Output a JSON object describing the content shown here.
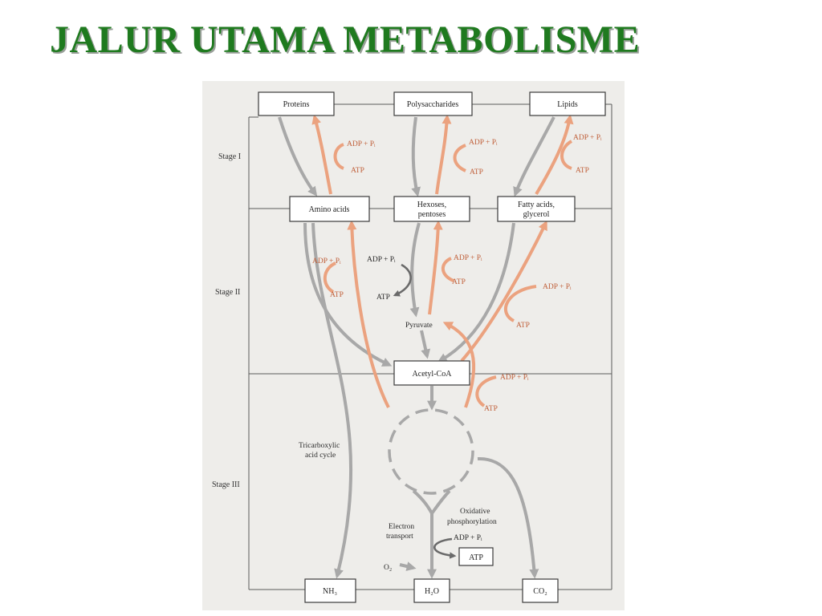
{
  "title": "JALUR UTAMA METABOLISME",
  "stages": {
    "stage1": "Stage I",
    "stage2": "Stage II",
    "stage3": "Stage III"
  },
  "boxes": {
    "proteins": "Proteins",
    "polysaccharides": "Polysaccharides",
    "lipids": "Lipids",
    "amino_acids": "Amino acids",
    "hexoses_1": "Hexoses,",
    "hexoses_2": "pentoses",
    "fatty_1": "Fatty acids,",
    "fatty_2": "glycerol",
    "acetyl_coa": "Acetyl-CoA",
    "nh3": "NH₃",
    "h2o": "H₂O",
    "co2": "CO₂",
    "atp_box": "ATP"
  },
  "energy": {
    "adp_pi": "ADP + Pᵢ",
    "atp": "ATP"
  },
  "labels": {
    "pyruvate": "Pyruvate",
    "tca_1": "Tricarboxylic",
    "tca_2": "acid cycle",
    "oxidative_1": "Oxidative",
    "oxidative_2": "phosphorylation",
    "electron_1": "Electron",
    "electron_2": "transport",
    "o2": "O₂"
  },
  "colors": {
    "title": "#1f7a1f",
    "catabolic_arrow": "#a8a8a8",
    "atp_arrow": "#eba27f",
    "atp_label": "#c0603a",
    "figure_bg": "#eeedea"
  }
}
